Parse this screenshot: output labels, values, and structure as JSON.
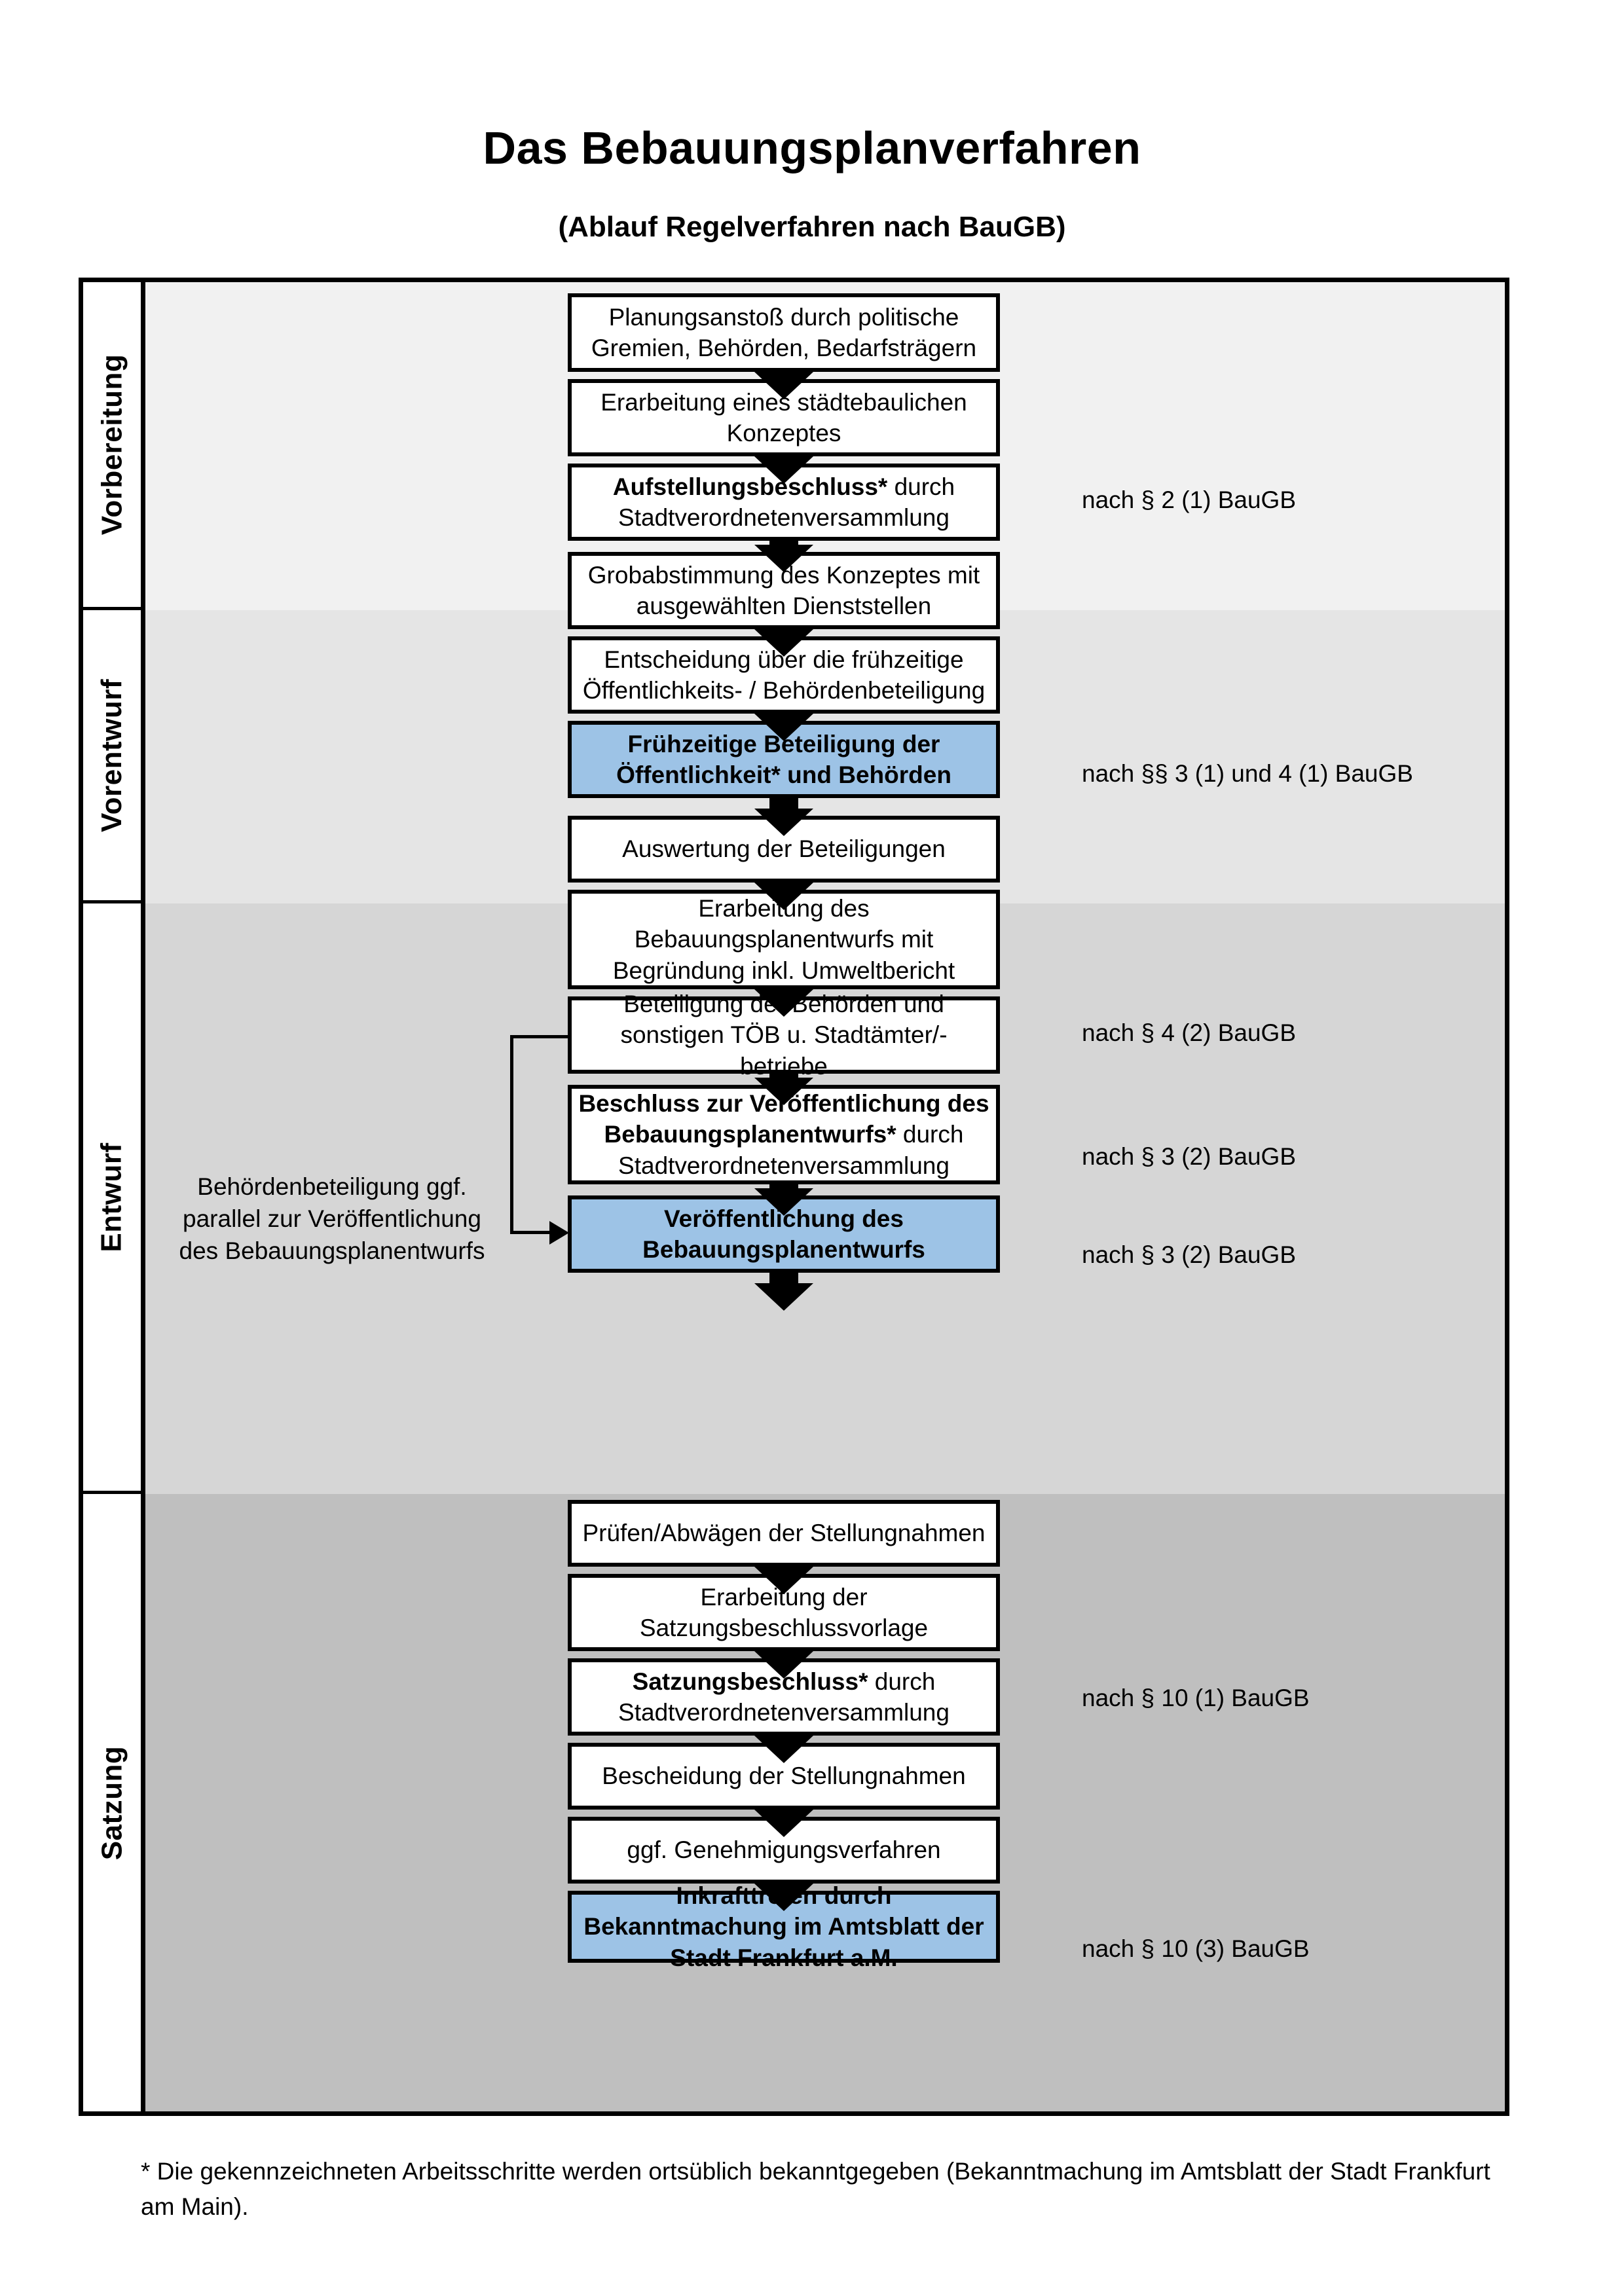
{
  "header": {
    "title": "Das Bebauungsplanverfahren",
    "subtitle": "(Ablauf Regelverfahren nach BauGB)"
  },
  "colors": {
    "highlight_box": "#9DC3E6",
    "band_vorbereitung": "#F1F1F1",
    "band_vorentwurf": "#E5E5E5",
    "band_entwurf": "#D6D6D6",
    "band_satzung": "#BFBFBF",
    "border": "#000000"
  },
  "phases": [
    {
      "label": "Vorbereitung"
    },
    {
      "label": "Vorentwurf"
    },
    {
      "label": "Entwurf"
    },
    {
      "label": "Satzung"
    }
  ],
  "steps": [
    {
      "id": "s1",
      "phase": "Vorbereitung",
      "text": "Planungsanstoß durch politische Gremien, Behörden, Bedarfsträgern",
      "bold_prefix": "",
      "highlight": false
    },
    {
      "id": "s2",
      "phase": "Vorbereitung",
      "text": "Erarbeitung eines städtebaulichen Konzeptes",
      "bold_prefix": "",
      "highlight": false
    },
    {
      "id": "s3",
      "phase": "Vorbereitung",
      "text": "durch Stadtverordnetenversammlung",
      "bold_prefix": "Aufstellungsbeschluss*",
      "highlight": false
    },
    {
      "id": "s4",
      "phase": "Vorentwurf",
      "text": "Grobabstimmung des Konzeptes mit ausgewählten Dienststellen",
      "bold_prefix": "",
      "highlight": false
    },
    {
      "id": "s5",
      "phase": "Vorentwurf",
      "text": "Entscheidung über die frühzeitige Öffentlichkeits- / Behördenbeteiligung",
      "bold_prefix": "",
      "highlight": false
    },
    {
      "id": "s6",
      "phase": "Vorentwurf",
      "text": "Frühzeitige Beteiligung der Öffentlichkeit* und Behörden",
      "bold_prefix": "",
      "highlight": true
    },
    {
      "id": "s7",
      "phase": "Entwurf",
      "text": "Auswertung der Beteiligungen",
      "bold_prefix": "",
      "highlight": false
    },
    {
      "id": "s8",
      "phase": "Entwurf",
      "text": "Erarbeitung des Bebauungsplanentwurfs mit Begründung inkl. Umweltbericht",
      "bold_prefix": "",
      "highlight": false
    },
    {
      "id": "s9",
      "phase": "Entwurf",
      "text": "Beteiligung der Behörden und sonstigen TÖB u. Stadtämter/-betriebe",
      "bold_prefix": "",
      "highlight": false
    },
    {
      "id": "s10",
      "phase": "Entwurf",
      "text": "durch Stadtverordnetenversammlung",
      "bold_prefix": "Beschluss zur Veröffentlichung des Bebauungsplanentwurfs*",
      "highlight": false
    },
    {
      "id": "s11",
      "phase": "Entwurf",
      "text": "Veröffentlichung des Bebauungsplanentwurfs",
      "bold_prefix": "",
      "highlight": true
    },
    {
      "id": "s12",
      "phase": "Satzung",
      "text": "Prüfen/Abwägen der Stellungnahmen",
      "bold_prefix": "",
      "highlight": false
    },
    {
      "id": "s13",
      "phase": "Satzung",
      "text": "Erarbeitung der Satzungsbeschlussvorlage",
      "bold_prefix": "",
      "highlight": false
    },
    {
      "id": "s14",
      "phase": "Satzung",
      "text": "durch Stadtverordnetenversammlung",
      "bold_prefix": "Satzungsbeschluss*",
      "highlight": false
    },
    {
      "id": "s15",
      "phase": "Satzung",
      "text": "Bescheidung der Stellungnahmen",
      "bold_prefix": "",
      "highlight": false
    },
    {
      "id": "s16",
      "phase": "Satzung",
      "text": "ggf. Genehmigungsverfahren",
      "bold_prefix": "",
      "highlight": false
    },
    {
      "id": "s17",
      "phase": "Satzung",
      "text": "durch Bekanntmachung im Amtsblatt der Stadt Frankfurt a.M.",
      "bold_prefix": "Inkrafttreten",
      "highlight": true
    }
  ],
  "references": [
    {
      "id": "r1",
      "text": "nach § 2 (1) BauGB",
      "for_step": "s3"
    },
    {
      "id": "r2",
      "text": "nach §§ 3 (1) und 4 (1) BauGB",
      "for_step": "s6"
    },
    {
      "id": "r3",
      "text": "nach § 4 (2) BauGB",
      "for_step": "s9"
    },
    {
      "id": "r4",
      "text": "nach § 3 (2) BauGB",
      "for_step": "s10"
    },
    {
      "id": "r5",
      "text": "nach § 3 (2) BauGB",
      "for_step": "s11"
    },
    {
      "id": "r6",
      "text": "nach § 10 (1) BauGB",
      "for_step": "s14"
    },
    {
      "id": "r7",
      "text": "nach § 10 (3) BauGB",
      "for_step": "s17"
    }
  ],
  "side_note": {
    "text": "Behördenbeteiligung ggf. parallel zur Veröffentlichung des Bebauungsplanentwurfs"
  },
  "footnote": {
    "text": "* Die gekennzeichneten Arbeitsschritte werden ortsüblich bekanntgegeben (Bekanntmachung im Amtsblatt  der Stadt Frankfurt am Main)."
  }
}
